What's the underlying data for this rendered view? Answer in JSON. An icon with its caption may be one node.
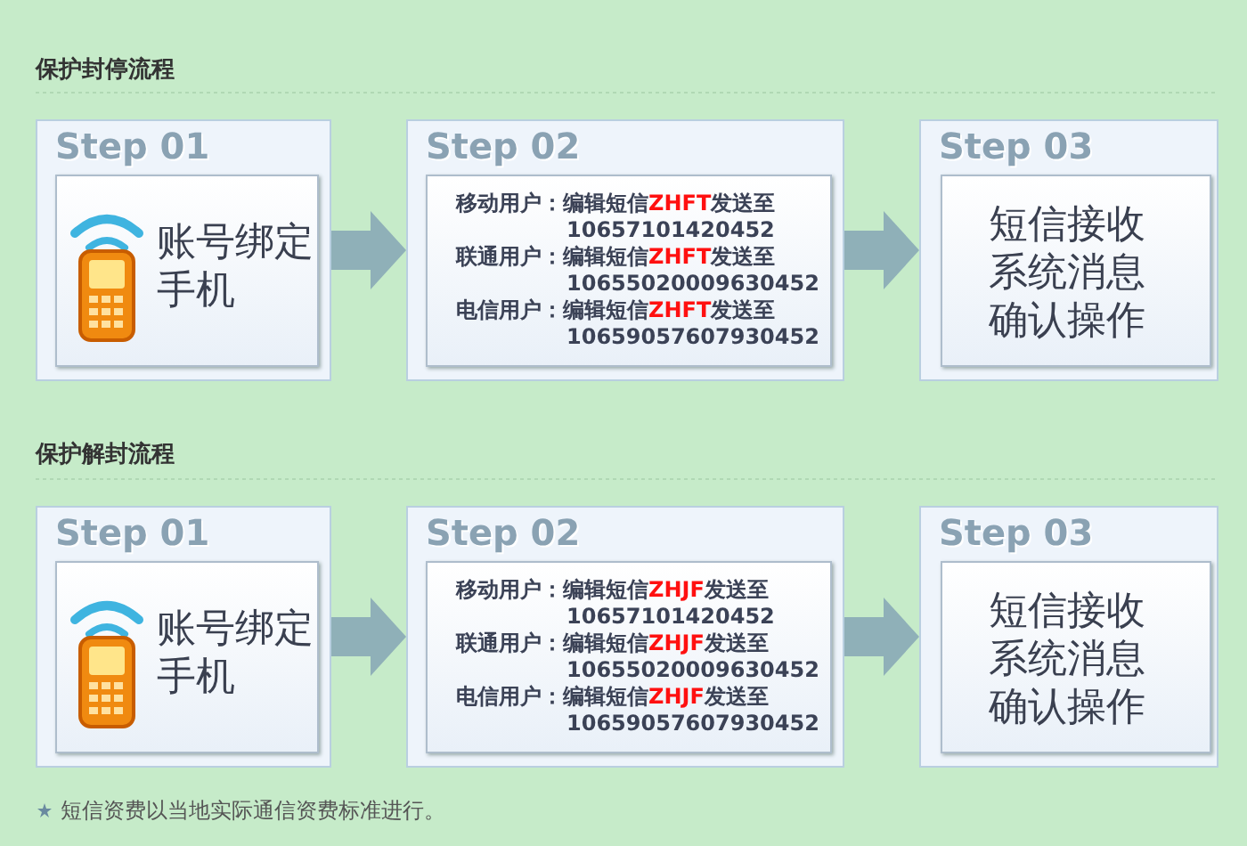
{
  "diagram": {
    "nodes": [
      {
        "text": [
          "Step 01"
        ]
      },
      {
        "text": [
          "账号绑定手机"
        ],
        "in": 0
      },
      {
        "text": [
          "Step 02"
        ]
      },
      {
        "text": [
          "移动用户：编辑短信**ZHFT**发送至10657101420452",
          "联通用户：编辑短信**ZHFT**发送至10655020009630452",
          "电信用户：编辑短信**ZHFT**发送至10659057607930452"
        ],
        "in": 2
      },
      {
        "text": [
          "Step 03"
        ]
      },
      {
        "text": [
          "短信接收系统消息确认操作"
        ],
        "in": 4
      },
      {
        "text": [
          "Step 01"
        ]
      },
      {
        "text": [
          "账号绑定手机"
        ],
        "in": 6
      },
      {
        "text": [
          "Step 02"
        ]
      },
      {
        "text": [
          "移动用户：编辑短信**ZHJF**发送至10657101420452",
          "联通用户：编辑短信**ZHJF**发送至10655020009630452",
          "电信用户：编辑短信**ZHJF**发送至10659057607930452"
        ],
        "in": 8
      },
      {
        "text": [
          "Step 03"
        ]
      },
      {
        "text": [
          "短信接收系统消息确认操作"
        ],
        "in": 10
      }
    ],
    "edges": [
      {
        "from": 0,
        "to": 2,
        "arrow": "to"
      },
      {
        "from": 2,
        "to": 4,
        "arrow": "to"
      },
      {
        "from": 6,
        "to": 8,
        "arrow": "to"
      },
      {
        "from": 8,
        "to": 10,
        "arrow": "to"
      }
    ],
    "labels": [
      "保护封停流程",
      "保护解封流程",
      "短信资费以当地实际通信资费标准进行。"
    ]
  }
}
